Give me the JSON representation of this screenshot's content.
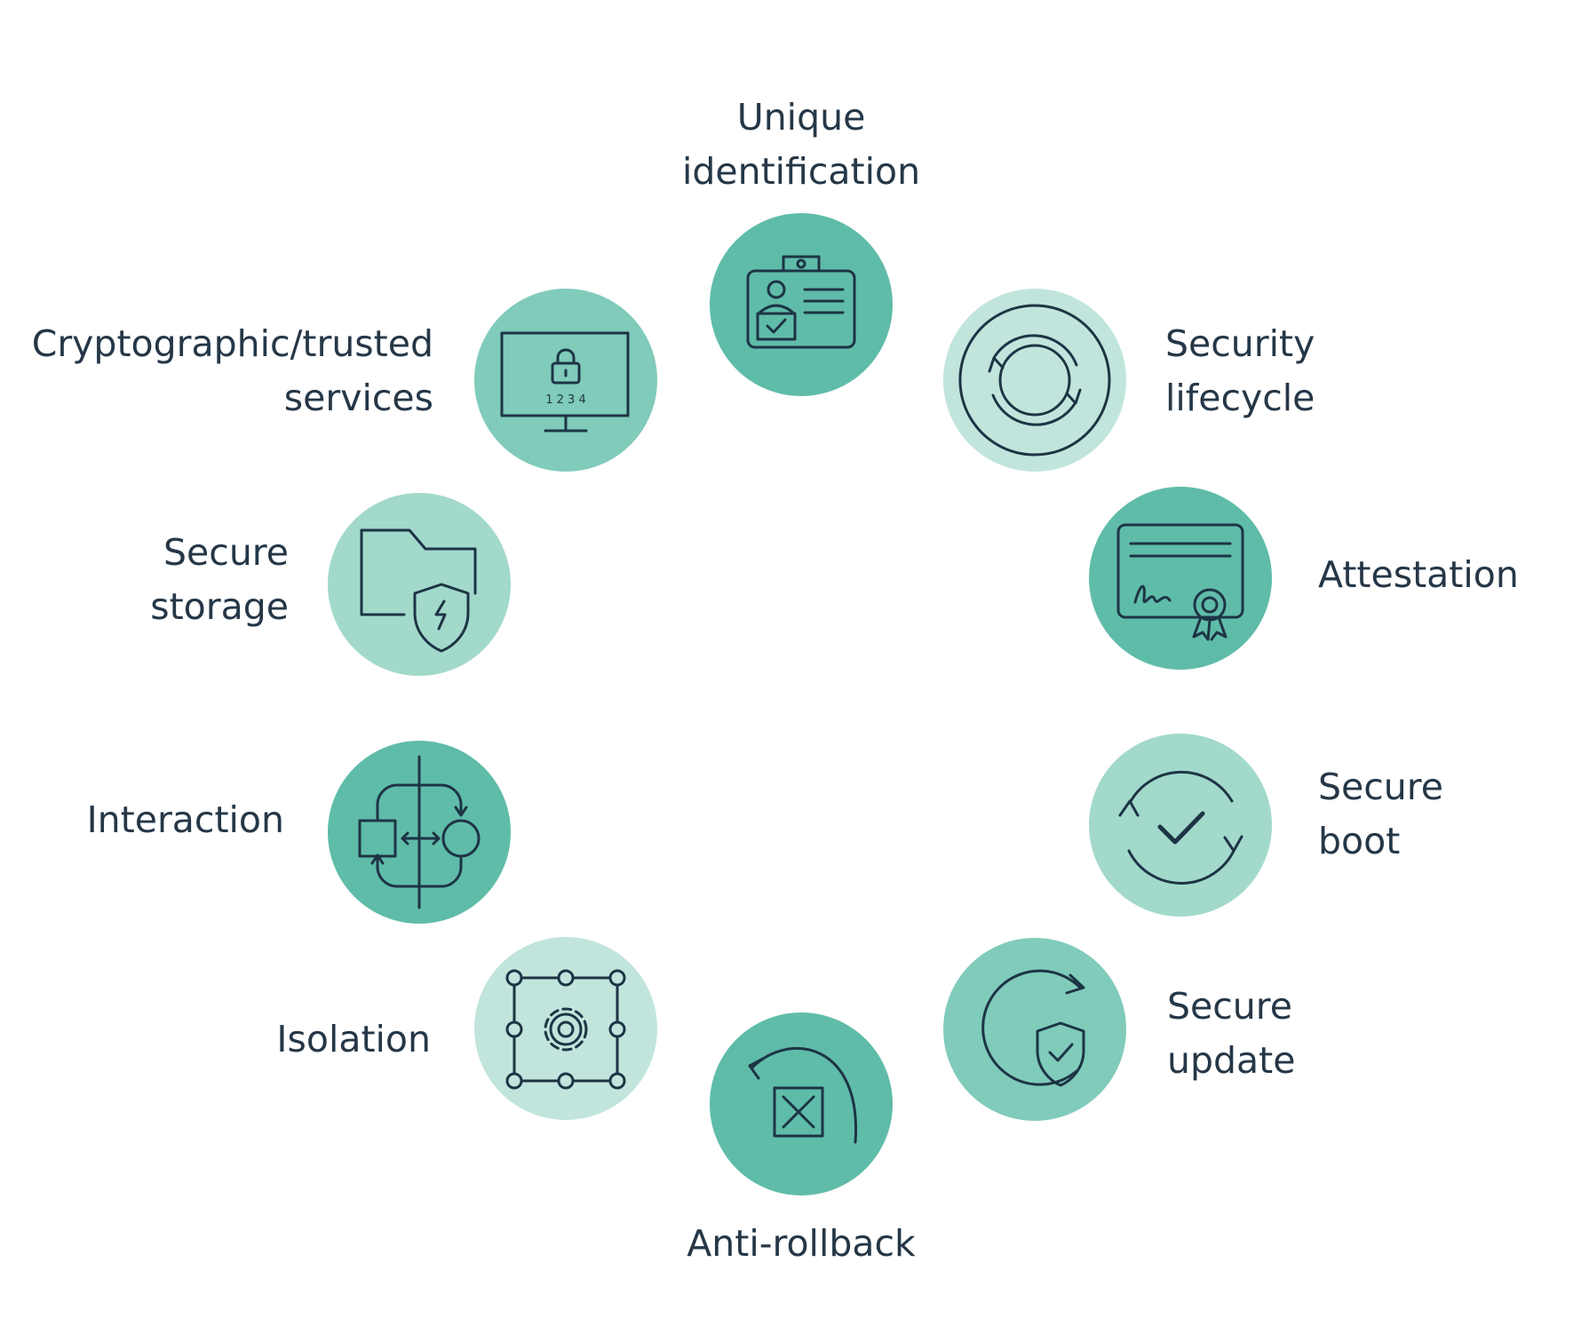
{
  "diagram": {
    "nodes": [
      {
        "key": "unique-identification",
        "label": "Unique\nidentification",
        "icon": "id-badge-icon",
        "fill": "#5fbca8"
      },
      {
        "key": "security-lifecycle",
        "label": "Security\nlifecycle",
        "icon": "lifecycle-rings-icon",
        "fill": "#c1e5dc"
      },
      {
        "key": "attestation",
        "label": "Attestation",
        "icon": "certificate-icon",
        "fill": "#5fbca8"
      },
      {
        "key": "secure-boot",
        "label": "Secure\nboot",
        "icon": "circular-check-icon",
        "fill": "#a2d9cb"
      },
      {
        "key": "secure-update",
        "label": "Secure\nupdate",
        "icon": "shield-refresh-icon",
        "fill": "#80cbba"
      },
      {
        "key": "anti-rollback",
        "label": "Anti-rollback",
        "icon": "undo-box-icon",
        "fill": "#5fbca8"
      },
      {
        "key": "isolation",
        "label": "Isolation",
        "icon": "gear-frame-icon",
        "fill": "#c1e5dc"
      },
      {
        "key": "interaction",
        "label": "Interaction",
        "icon": "interaction-flow-icon",
        "fill": "#5fbca8"
      },
      {
        "key": "secure-storage",
        "label": "Secure\nstorage",
        "icon": "folder-shield-icon",
        "fill": "#a2d9cb"
      },
      {
        "key": "cryptographic-trusted-services",
        "label": "Cryptographic/trusted\nservices",
        "icon": "monitor-lock-icon",
        "fill": "#80cbba",
        "monitor_digits": "1 2 3 4"
      }
    ],
    "icon_stroke": "#1d3445"
  }
}
